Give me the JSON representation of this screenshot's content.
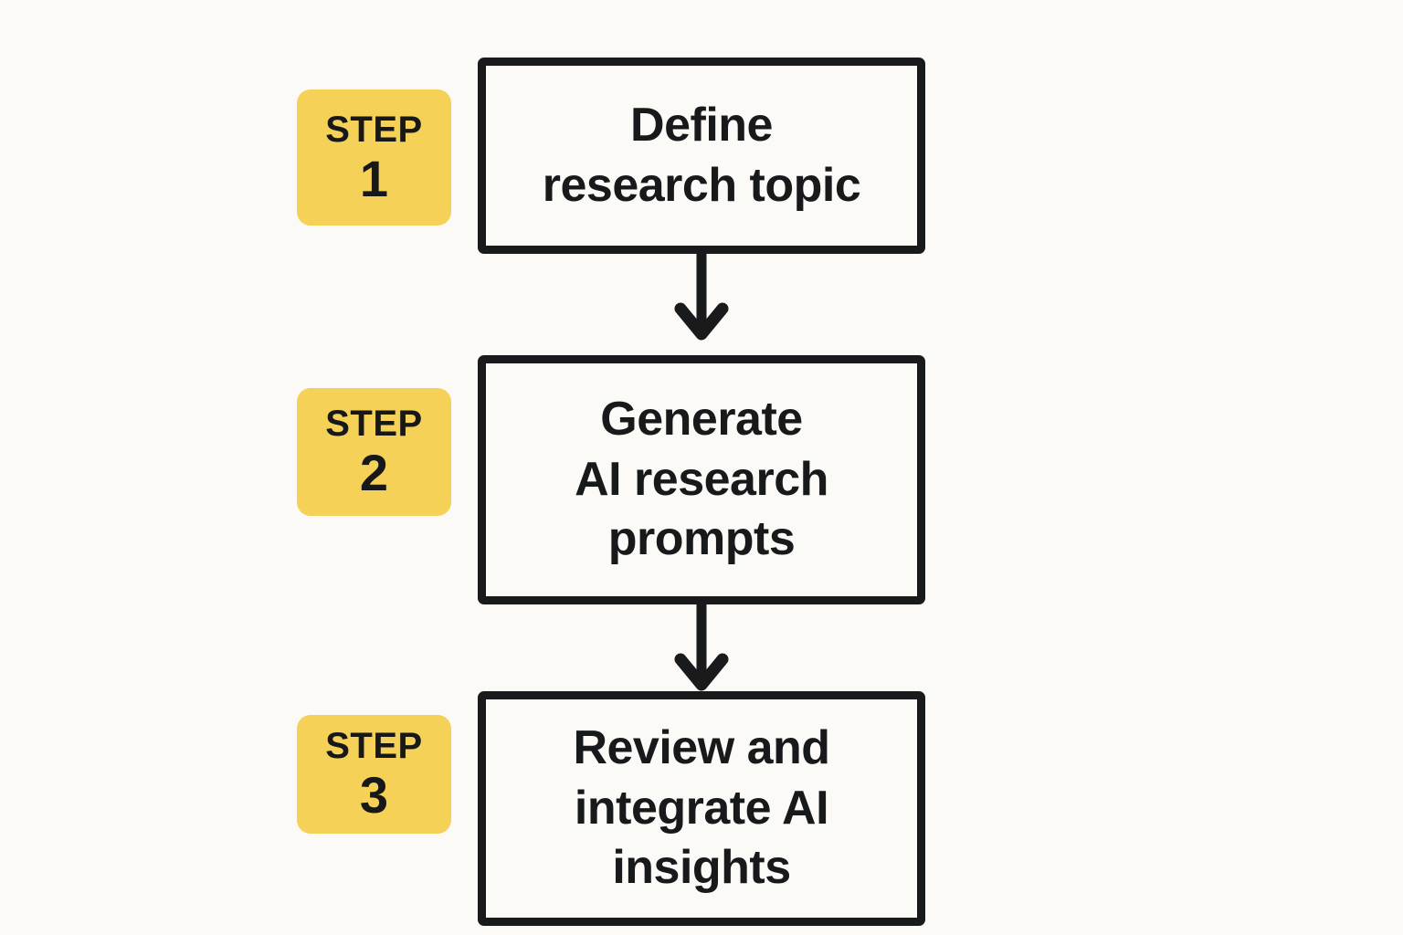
{
  "diagram": {
    "type": "flowchart",
    "orientation": "vertical",
    "title_visible": false,
    "colors": {
      "background": "#fcfaf6",
      "badge_fill": "#f5d158",
      "box_fill": "#fbfaf6",
      "stroke": "#191a1c",
      "text": "#18191b"
    },
    "steps": [
      {
        "badge_word": "STEP",
        "badge_number": "1",
        "box_text": "Define\nresearch topic"
      },
      {
        "badge_word": "STEP",
        "badge_number": "2",
        "box_text": "Generate\nAI research\nprompts"
      },
      {
        "badge_word": "STEP",
        "badge_number": "3",
        "box_text": "Review and\nintegrate AI\ninsights"
      }
    ],
    "connectors": [
      {
        "from": "1",
        "to": "2",
        "shape": "down-arrow"
      },
      {
        "from": "2",
        "to": "3",
        "shape": "down-arrow"
      }
    ]
  }
}
